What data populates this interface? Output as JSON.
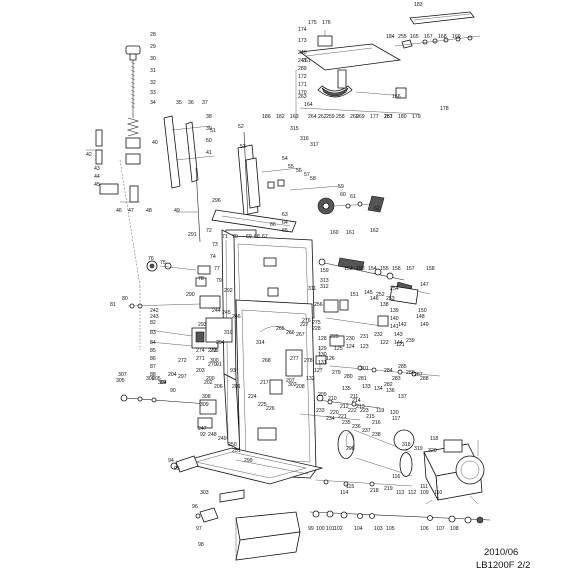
{
  "diagram": {
    "footer": {
      "date": "2010/06",
      "model": "LB1200F 2/2"
    },
    "labels": [
      "183",
      "174",
      "175",
      "176",
      "173",
      "240",
      "241",
      "289",
      "172",
      "171",
      "170",
      "184",
      "255",
      "165",
      "167",
      "168",
      "169",
      "164",
      "166",
      "186",
      "182",
      "163",
      "262",
      "258",
      "260",
      "177",
      "181",
      "180",
      "179",
      "178",
      "28",
      "29",
      "30",
      "31",
      "32",
      "33",
      "34",
      "35",
      "36",
      "37",
      "38",
      "39",
      "40",
      "41",
      "42",
      "43",
      "44",
      "45",
      "46",
      "47",
      "48",
      "49",
      "50",
      "51",
      "52",
      "53",
      "54",
      "55",
      "56",
      "57",
      "58",
      "59",
      "60",
      "61",
      "62",
      "63",
      "64",
      "65",
      "66",
      "67",
      "68",
      "69",
      "70",
      "71",
      "72",
      "73",
      "74",
      "75",
      "76",
      "77",
      "78",
      "79",
      "80",
      "81",
      "82",
      "83",
      "84",
      "85",
      "86",
      "87",
      "88",
      "89",
      "90",
      "91",
      "92",
      "93",
      "94",
      "95",
      "96",
      "97",
      "98",
      "99",
      "100",
      "101",
      "102",
      "103",
      "104",
      "105",
      "106",
      "107",
      "108",
      "109",
      "110",
      "111",
      "112",
      "113",
      "114",
      "115",
      "116",
      "117",
      "118",
      "119",
      "120",
      "121",
      "122",
      "123",
      "124",
      "125",
      "126",
      "127",
      "128",
      "129",
      "130",
      "131",
      "132",
      "133",
      "134",
      "135",
      "136",
      "137",
      "138",
      "139",
      "140",
      "141",
      "142",
      "143",
      "144",
      "145",
      "146",
      "147",
      "148",
      "149",
      "150",
      "151",
      "152",
      "153",
      "154",
      "155",
      "156",
      "157",
      "158",
      "159",
      "160",
      "161",
      "162",
      "200",
      "201",
      "202",
      "203",
      "204",
      "205",
      "206",
      "207",
      "208",
      "209",
      "210",
      "211",
      "212",
      "213",
      "214",
      "215",
      "216",
      "217",
      "218",
      "219",
      "220",
      "221",
      "222",
      "223",
      "224",
      "225",
      "226",
      "227",
      "228",
      "229",
      "230",
      "231",
      "232",
      "233",
      "234",
      "235",
      "236",
      "237",
      "238",
      "239",
      "242",
      "243",
      "244",
      "245",
      "246",
      "247",
      "248",
      "249",
      "250",
      "251",
      "252",
      "253",
      "254",
      "256",
      "257",
      "259",
      "261",
      "263",
      "264",
      "265",
      "266",
      "267",
      "268",
      "269",
      "270",
      "271",
      "272",
      "273",
      "274",
      "275",
      "276",
      "277",
      "278",
      "279",
      "280",
      "281",
      "282",
      "283",
      "284",
      "285",
      "286",
      "287",
      "288",
      "290",
      "291",
      "292",
      "293",
      "294",
      "295",
      "296",
      "297",
      "298",
      "299",
      "300",
      "301",
      "302",
      "303",
      "304",
      "305",
      "306",
      "307",
      "308",
      "309",
      "310",
      "311",
      "312",
      "313",
      "314",
      "315",
      "316",
      "317",
      "318",
      "319",
      "320"
    ]
  }
}
